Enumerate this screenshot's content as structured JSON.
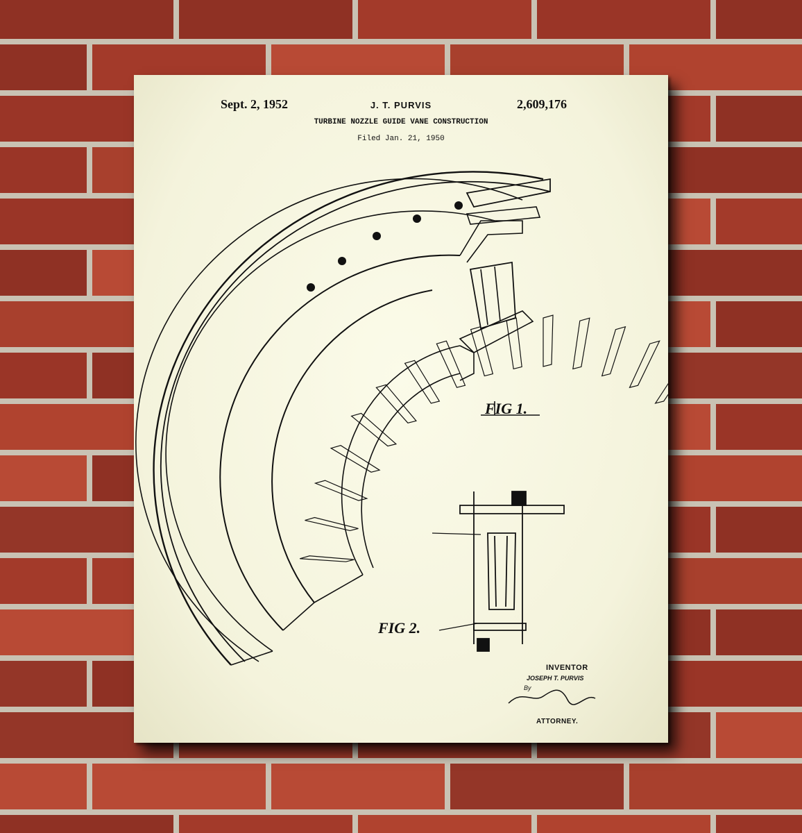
{
  "poster": {
    "date": "Sept. 2, 1952",
    "inventor_short": "J. T. PURVIS",
    "patent_number": "2,609,176",
    "title": "TURBINE NOZZLE GUIDE VANE CONSTRUCTION",
    "filed": "Filed Jan. 21, 1950",
    "fig1_label": "FIG 1.",
    "fig2_label": "FIG 2.",
    "inventor_label": "INVENTOR",
    "inventor_name": "JOSEPH T. PURVIS",
    "by_label": "By",
    "attorney_label": "ATTORNEY."
  },
  "colors": {
    "brick": "#a33a2a",
    "mortar": "#c9c2b3",
    "paper": "#f6f5df",
    "ink": "#111111"
  }
}
